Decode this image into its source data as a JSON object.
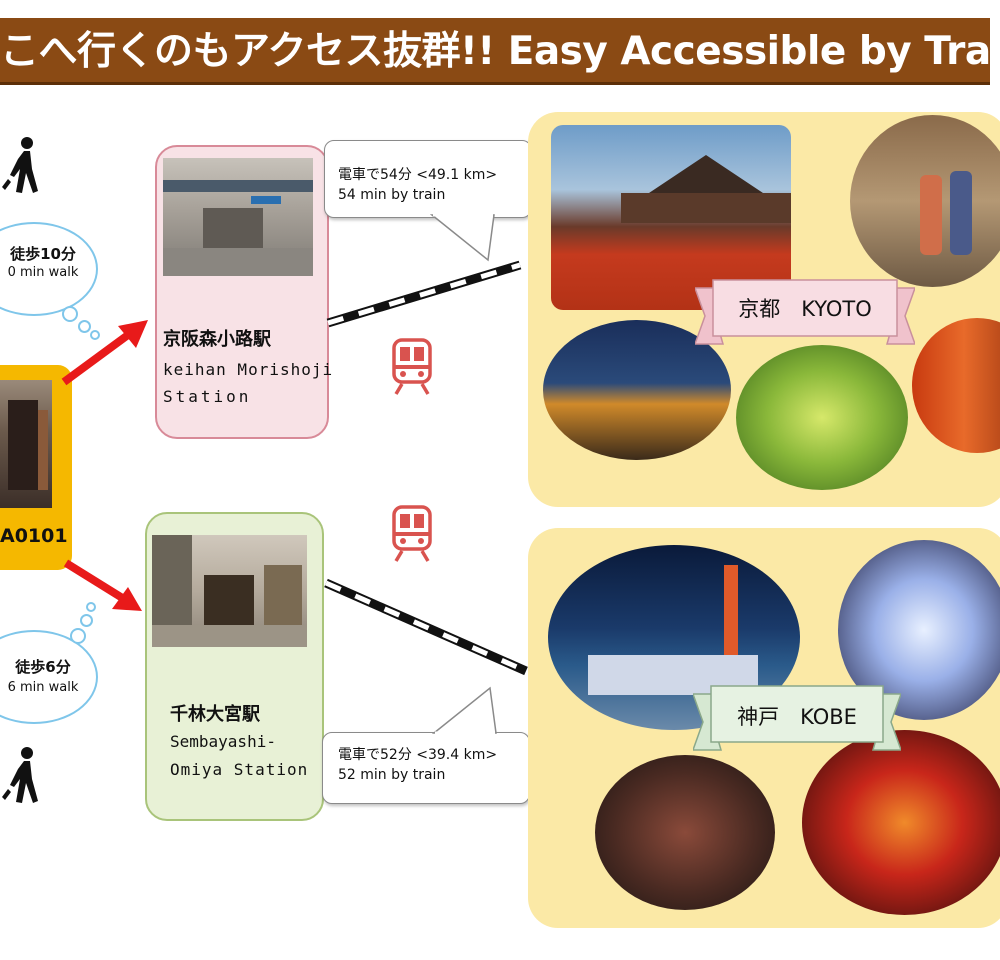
{
  "banner": {
    "title": "こへ行くのもアクセス抜群!! Easy Accessible by Train"
  },
  "property": {
    "code": "A0101"
  },
  "walks": [
    {
      "jp": "徒歩10分",
      "en": "0 min walk"
    },
    {
      "jp": "徒歩6分",
      "en": "6 min walk"
    }
  ],
  "stations": [
    {
      "jp": "京阪森小路駅",
      "en_line1": "keihan Morishoji",
      "en_line2": "Station"
    },
    {
      "jp": "千林大宮駅",
      "en_line1": "Sembayashi-",
      "en_line2": "Omiya Station"
    }
  ],
  "trains": [
    {
      "jp": "電車で54分 <49.1 km>",
      "en": "54 min by train"
    },
    {
      "jp": "電車で52分 <39.4 km>",
      "en": "52 min  by train"
    }
  ],
  "destinations": [
    {
      "label": "京都　KYOTO"
    },
    {
      "label": "神戸　KOBE"
    }
  ],
  "icons": {
    "walk": "pedestrian-icon",
    "train": "train-icon"
  },
  "colors": {
    "banner": "#8a4a14",
    "kyoto_station_bg": "#f8e2e6",
    "kyoto_station_border": "#d88a98",
    "kobe_station_bg": "#e8f1d6",
    "kobe_station_border": "#a9c47a",
    "plate": "#fbe9a6",
    "arrow": "#e81a1a",
    "train_icon": "#d9534f",
    "property_frame": "#f5b800"
  }
}
